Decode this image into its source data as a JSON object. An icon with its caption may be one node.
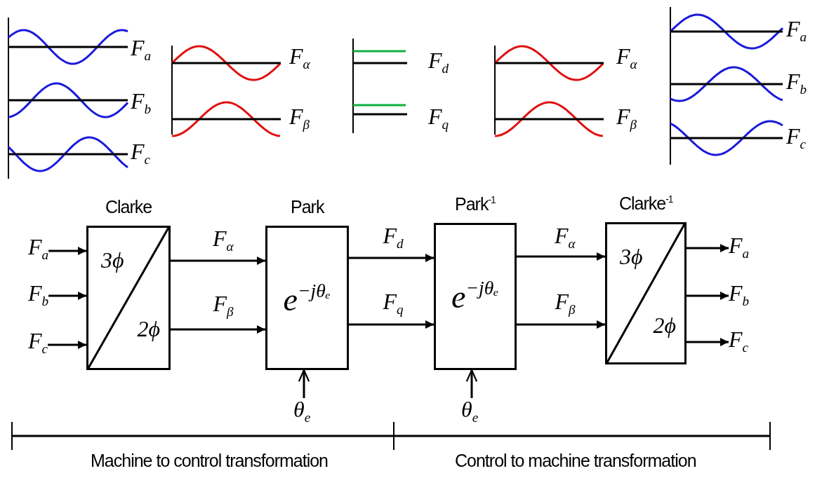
{
  "diagram": {
    "nodes": [
      {
        "text": [
          "Clarke",
          "3ϕ",
          "2ϕ"
        ]
      },
      {
        "text": [
          "Park",
          "e$^{−jθₑ}$"
        ]
      },
      {
        "text": [
          "Park$^{-1}$",
          "e$^{−jθₑ}$"
        ]
      },
      {
        "text": [
          "Clarke$^{-1}$",
          "3ϕ",
          "2ϕ"
        ]
      },
      {
        "text": [
          "F$_{a}$"
        ]
      },
      {
        "text": [
          "F$_{b}$"
        ]
      },
      {
        "text": [
          "F$_{c}$"
        ]
      },
      {
        "text": [
          "F$_{a}$"
        ]
      },
      {
        "text": [
          "F$_{b}$"
        ]
      },
      {
        "text": [
          "F$_{c}$"
        ]
      },
      {
        "text": [
          "θ$_{e}$"
        ]
      },
      {
        "text": [
          "θ$_{e}$"
        ]
      }
    ],
    "edges": [
      {
        "from": 4,
        "to": 0,
        "arrow": "to"
      },
      {
        "from": 5,
        "to": 0,
        "arrow": "to"
      },
      {
        "from": 6,
        "to": 0,
        "arrow": "to"
      },
      {
        "from": 0,
        "to": 1,
        "arrow": "to",
        "label": "F$_{α}$"
      },
      {
        "from": 0,
        "to": 1,
        "arrow": "to",
        "label": "F$_{β}$"
      },
      {
        "from": 1,
        "to": 2,
        "arrow": "to",
        "label": "F$_{d}$"
      },
      {
        "from": 1,
        "to": 2,
        "arrow": "to",
        "label": "F$_{q}$"
      },
      {
        "from": 2,
        "to": 3,
        "arrow": "to",
        "label": "F$_{α}$"
      },
      {
        "from": 2,
        "to": 3,
        "arrow": "to",
        "label": "F$_{β}$"
      },
      {
        "from": 3,
        "to": 7,
        "arrow": "to"
      },
      {
        "from": 3,
        "to": 8,
        "arrow": "to"
      },
      {
        "from": 3,
        "to": 9,
        "arrow": "to"
      },
      {
        "from": 10,
        "to": 1,
        "arrow": "to"
      },
      {
        "from": 11,
        "to": 2,
        "arrow": "to"
      }
    ],
    "labels": [
      "F$_{a}$",
      "F$_{b}$",
      "F$_{c}$",
      "F$_{α}$",
      "F$_{β}$",
      "F$_{d}$",
      "F$_{q}$",
      "F$_{α}$",
      "F$_{β}$",
      "F$_{a}$",
      "F$_{b}$",
      "F$_{c}$",
      "Machine to control transformation",
      "Control to machine transformation"
    ]
  }
}
